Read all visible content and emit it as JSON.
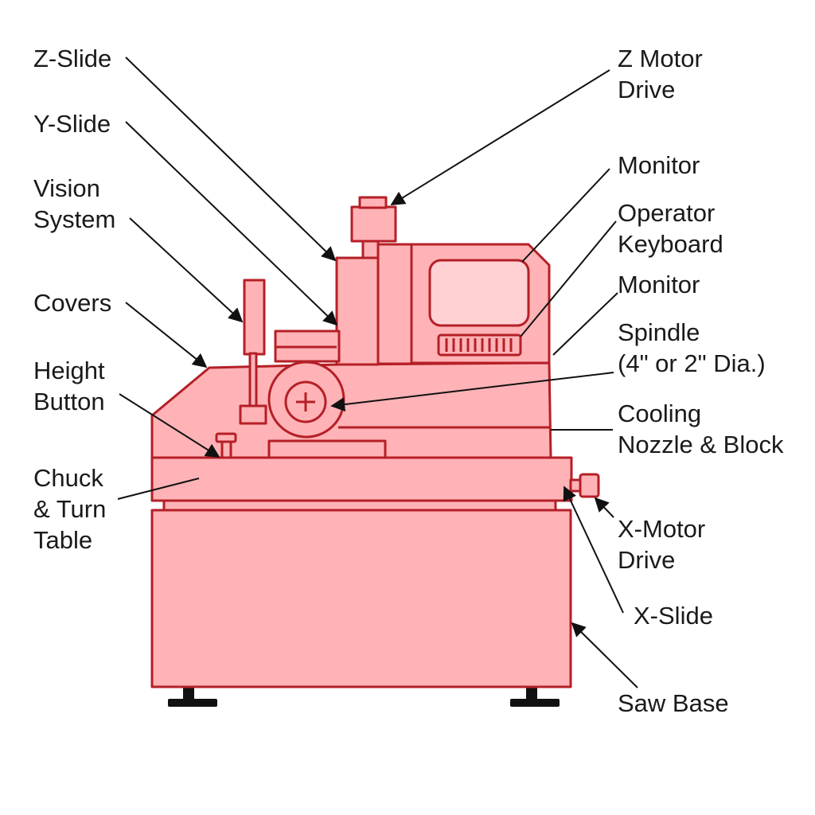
{
  "colors": {
    "body_fill": "#ffb3b6",
    "outline": "#b51f27",
    "screen_fill": "#ffd1d3",
    "foot": "#111111",
    "leader": "#111111",
    "text": "#1a1a1a"
  },
  "labels": {
    "z_slide": [
      "Z-Slide"
    ],
    "y_slide": [
      "Y-Slide"
    ],
    "vision_system": [
      "Vision",
      "System"
    ],
    "covers": [
      "Covers"
    ],
    "height_button": [
      "Height",
      "Button"
    ],
    "chuck_turn_table": [
      "Chuck",
      "& Turn",
      "Table"
    ],
    "z_motor_drive": [
      "Z Motor",
      "Drive"
    ],
    "monitor_top": [
      "Monitor"
    ],
    "operator_keyboard": [
      "Operator",
      "Keyboard"
    ],
    "monitor_lower": [
      "Monitor"
    ],
    "spindle": [
      "Spindle",
      "(4\" or 2\" Dia.)"
    ],
    "cooling_nozzle_block": [
      "Cooling",
      "Nozzle & Block"
    ],
    "x_motor_drive": [
      "X-Motor",
      "Drive"
    ],
    "x_slide": [
      "X-Slide"
    ],
    "saw_base": [
      "Saw Base"
    ]
  }
}
